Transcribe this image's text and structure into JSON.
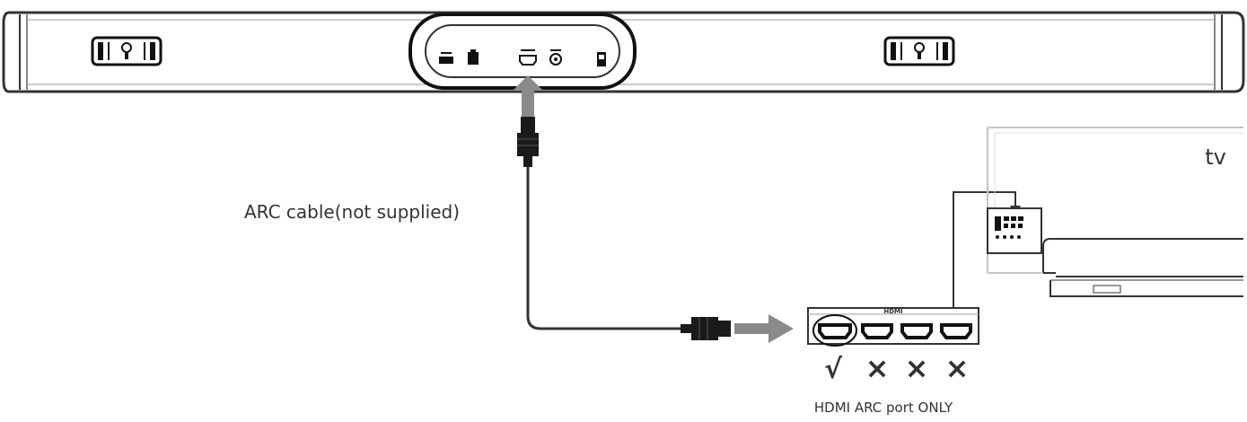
{
  "labels": {
    "cable": "ARC cable(not supplied)",
    "tv": "tv",
    "hdmi_panel": "HDMI",
    "arc_port": "HDMI ARC port ONLY"
  },
  "port_marks": [
    {
      "port": 1,
      "mark": "√",
      "allowed": true
    },
    {
      "port": 2,
      "mark": "×",
      "allowed": false
    },
    {
      "port": 3,
      "mark": "×",
      "allowed": false
    },
    {
      "port": 4,
      "mark": "×",
      "allowed": false
    }
  ],
  "colors": {
    "line": "#333333",
    "arrow_fill": "#8a8a8a",
    "plug": "#1a1a1a",
    "tv_outline": "#c4c4c4"
  }
}
